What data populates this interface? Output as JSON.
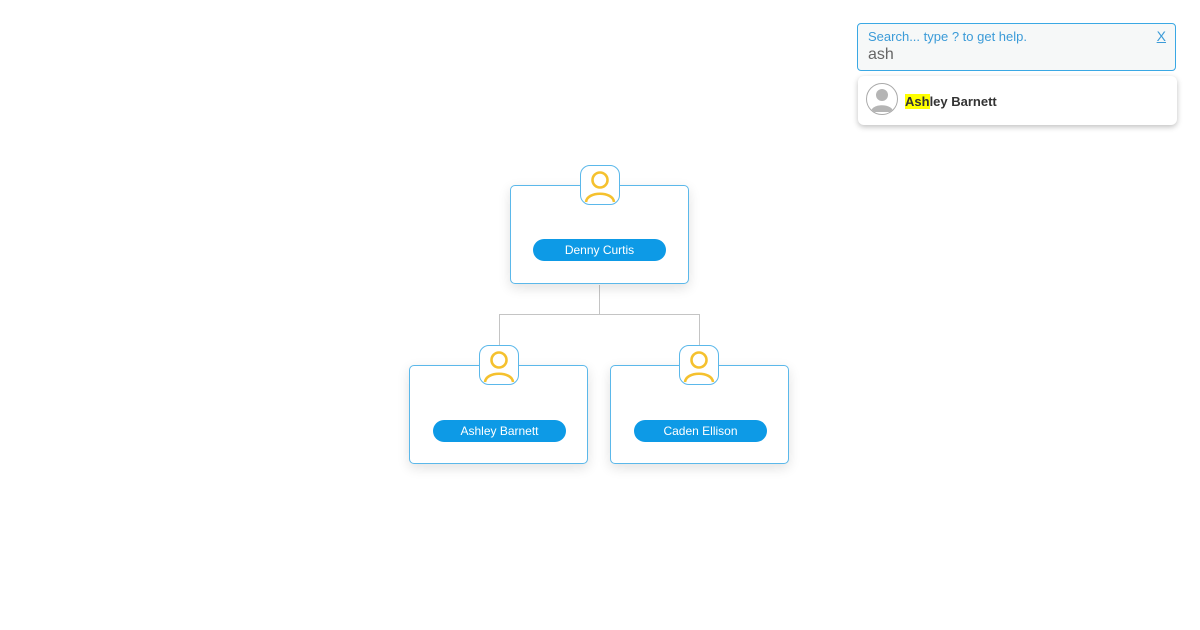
{
  "search": {
    "placeholder": "Search... type ? to get help.",
    "value": "ash",
    "close_label": "X",
    "results": [
      {
        "highlight": "Ash",
        "rest": "ley Barnett",
        "full_name": "Ashley Barnett"
      }
    ]
  },
  "org_chart": {
    "root": {
      "name": "Denny Curtis"
    },
    "children": [
      {
        "name": "Ashley Barnett"
      },
      {
        "name": "Caden Ellison"
      }
    ]
  },
  "colors": {
    "accent": "#0d9ae6",
    "node_border": "#5bb8ea",
    "icon": "#f5c12e",
    "highlight": "#ffff00",
    "connector": "#c4c4c4"
  }
}
